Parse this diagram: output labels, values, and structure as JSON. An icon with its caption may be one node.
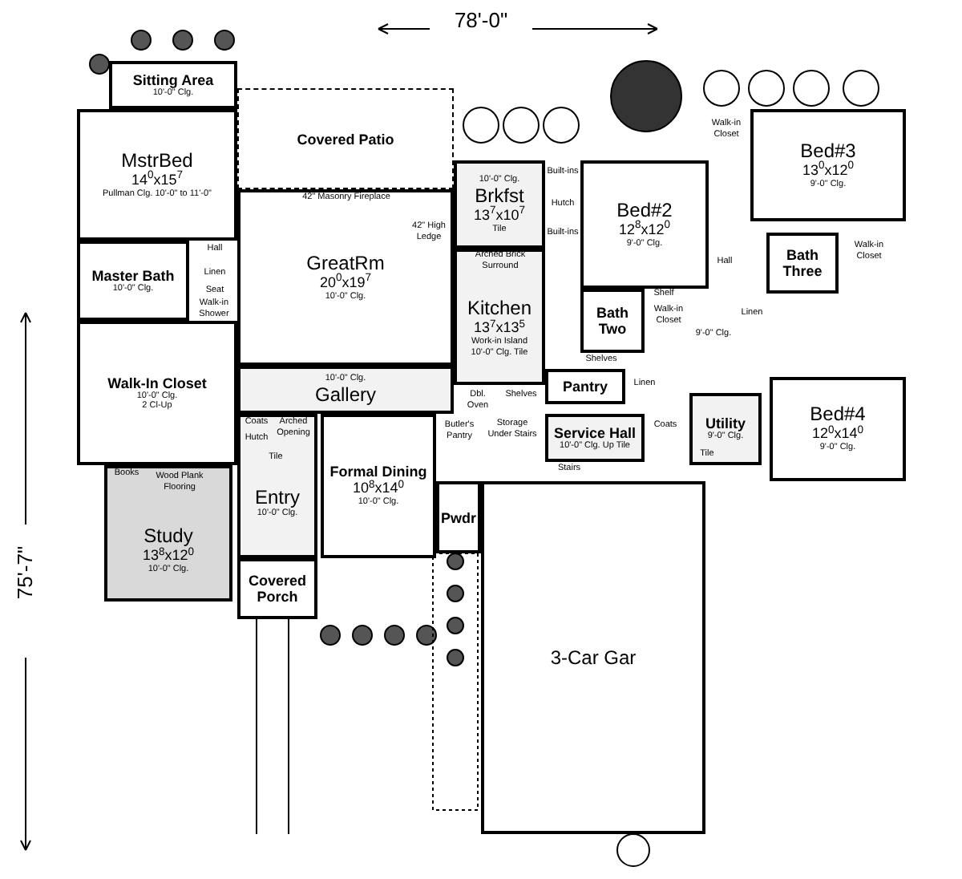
{
  "diagram": {
    "nodes": [
      {
        "text": [
          "Sitting Area",
          "10'-0\" Clg."
        ]
      },
      {
        "text": [
          "MstrBed",
          "14$^{0}$x15$^{7}$",
          "Pullman Clg. 10'-0\" to 11'-0\""
        ]
      },
      {
        "text": [
          "Covered Patio"
        ]
      },
      {
        "text": [
          "GreatRm",
          "20$^{0}$x19$^{7}$",
          "10'-0\" Clg."
        ]
      },
      {
        "text": [
          "Master Bath",
          "10'-0\" Clg."
        ]
      },
      {
        "text": [
          "Walk-In Closet",
          "10'-0\" Clg.",
          "2 Cl-Up"
        ]
      },
      {
        "text": [
          "10'-0\" Clg.",
          "Brkfst",
          "13$^{7}$x10$^{7}$",
          "Tile"
        ]
      },
      {
        "text": [
          "Kitchen",
          "13$^{7}$x13$^{5}$",
          "Work-in Island",
          "10'-0\" Clg. Tile"
        ]
      },
      {
        "text": [
          "Bed#2",
          "12$^{8}$x12$^{0}$",
          "9'-0\" Clg."
        ]
      },
      {
        "text": [
          "Bed#3",
          "13$^{0}$x12$^{0}$",
          "9'-0\" Clg."
        ]
      },
      {
        "text": [
          "Bath Three"
        ]
      },
      {
        "text": [
          "Bath Two"
        ]
      },
      {
        "text": [
          "Pantry"
        ]
      },
      {
        "text": [
          "Bed#4",
          "12$^{0}$x14$^{0}$",
          "9'-0\" Clg."
        ]
      },
      {
        "text": [
          "Utility",
          "9'-0\" Clg."
        ]
      },
      {
        "text": [
          "Service Hall",
          "10'-0\" Clg. Up Tile"
        ]
      },
      {
        "text": [
          "10'-0\" Clg.",
          "Gallery"
        ]
      },
      {
        "text": [
          "Study",
          "13$^{8}$x12$^{0}$",
          "10'-0\" Clg."
        ]
      },
      {
        "text": [
          "Entry",
          "10'-0\" Clg."
        ]
      },
      {
        "text": [
          "Formal Dining",
          "10$^{8}$x14$^{0}$",
          "10'-0\" Clg."
        ]
      },
      {
        "text": [
          "Covered Porch"
        ]
      },
      {
        "text": [
          "Pwdr"
        ]
      },
      {
        "text": [
          "3-Car Gar"
        ]
      }
    ],
    "labels": [
      "78'-0\"",
      "75'-7\"",
      "42\" Masonry Fireplace",
      "42\" High Ledge",
      "Hall",
      "Linen",
      "Seat",
      "Walk-in Shower",
      "Built-ins",
      "Hutch",
      "Built-ins",
      "Arched Brick Surround",
      "Walk-in Closet",
      "Hall",
      "9'-0\" Clg.",
      "Linen",
      "Walk-in Closet",
      "Shelf",
      "Walk-in Closet",
      "Shelves",
      "Dbl. Oven",
      "Shelves",
      "Linen",
      "Tile",
      "Coats",
      "Storage Under Stairs",
      "Stairs",
      "Coats",
      "Hutch",
      "Arched Opening",
      "Tile",
      "Books",
      "Wood Plank Flooring",
      "Butler's Pantry"
    ]
  }
}
